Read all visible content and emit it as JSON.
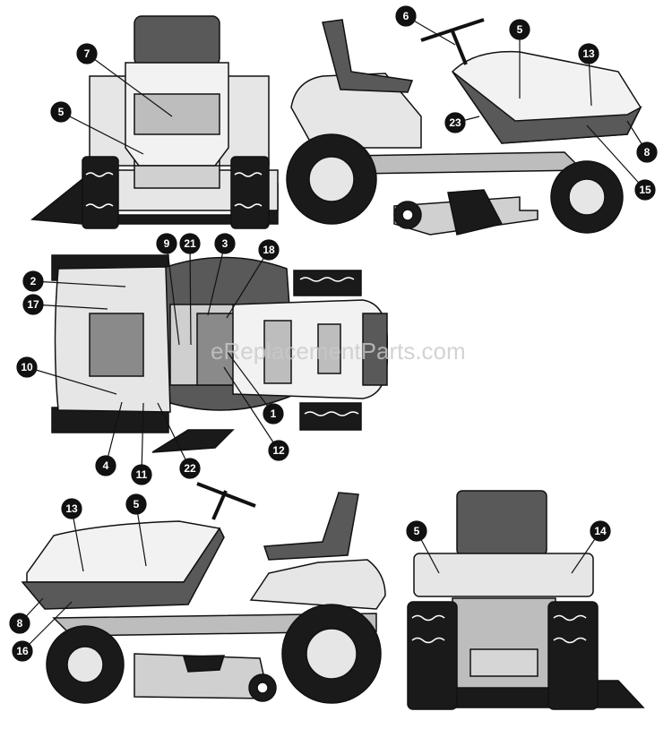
{
  "watermark": "eReplacementParts.com",
  "colors": {
    "line": "#111111",
    "light": "#e6e6e6",
    "mid": "#bdbdbd",
    "dark": "#595959",
    "black": "#1a1a1a",
    "callout": "#111111"
  },
  "views": {
    "front": {
      "callouts": [
        {
          "label": "7"
        },
        {
          "label": "5"
        }
      ]
    },
    "right_side": {
      "callouts": [
        {
          "label": "6"
        },
        {
          "label": "5"
        },
        {
          "label": "13"
        },
        {
          "label": "23"
        },
        {
          "label": "8"
        },
        {
          "label": "15"
        }
      ]
    },
    "top": {
      "callouts": [
        {
          "label": "9"
        },
        {
          "label": "21"
        },
        {
          "label": "3"
        },
        {
          "label": "18"
        },
        {
          "label": "2"
        },
        {
          "label": "17"
        },
        {
          "label": "10"
        },
        {
          "label": "1"
        },
        {
          "label": "12"
        },
        {
          "label": "4"
        },
        {
          "label": "11"
        },
        {
          "label": "22"
        }
      ]
    },
    "left_side": {
      "callouts": [
        {
          "label": "13"
        },
        {
          "label": "5"
        },
        {
          "label": "8"
        },
        {
          "label": "16"
        }
      ]
    },
    "rear": {
      "callouts": [
        {
          "label": "5"
        },
        {
          "label": "14"
        }
      ]
    }
  }
}
